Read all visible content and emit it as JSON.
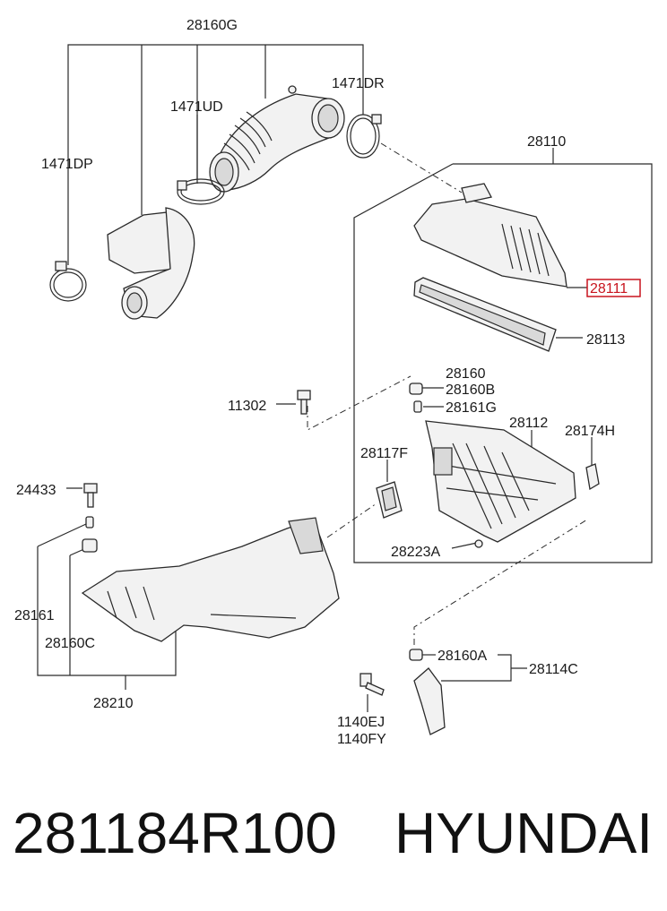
{
  "labels": {
    "p28160G": "28160G",
    "p1471DR": "1471DR",
    "p1471UD": "1471UD",
    "p1471DP": "1471DP",
    "p28110": "28110",
    "p28111": "28111",
    "p28113": "28113",
    "p28160": "28160",
    "p28160B": "28160B",
    "p28161G": "28161G",
    "p11302": "11302",
    "p28112": "28112",
    "p28174H": "28174H",
    "p28117F": "28117F",
    "p24433": "24433",
    "p28223A": "28223A",
    "p28161": "28161",
    "p28160C": "28160C",
    "p28210": "28210",
    "p28160A": "28160A",
    "p28114C": "28114C",
    "p1140EJ": "1140EJ",
    "p1140FY": "1140FY"
  },
  "footer": {
    "part_number": "281184R100",
    "brand": "HYUNDAI"
  },
  "colors": {
    "highlight": "#c8141e",
    "line": "#2a2a2a"
  }
}
